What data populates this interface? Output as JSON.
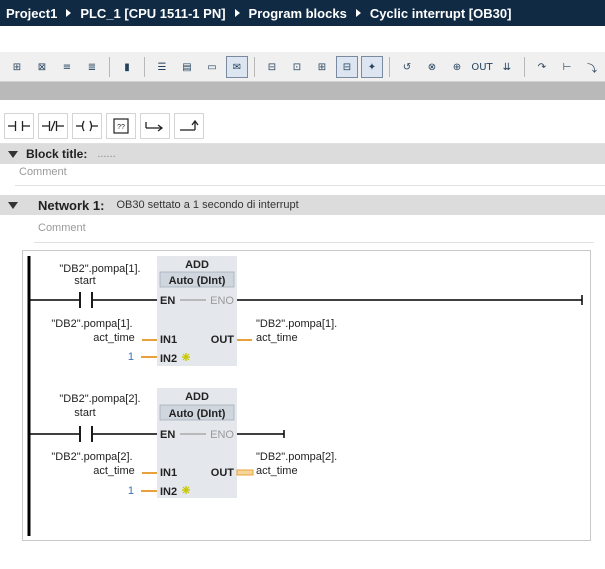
{
  "breadcrumb": [
    "Project1",
    "PLC_1 [CPU 1511-1 PN]",
    "Program blocks",
    "Cyclic interrupt [OB30]"
  ],
  "toolbar": {
    "buttons": [
      {
        "name": "insert-network-icon",
        "glyph": "⊞"
      },
      {
        "name": "delete-network-icon",
        "glyph": "⊠"
      },
      {
        "name": "insert-row-icon",
        "glyph": "≡"
      },
      {
        "name": "append-row-icon",
        "glyph": "≣"
      },
      {
        "name": "monitor-icon",
        "glyph": "▮"
      },
      {
        "name": "absolute-operands-icon",
        "glyph": "☰"
      },
      {
        "name": "network-overview-icon",
        "glyph": "▤"
      },
      {
        "name": "favorites-icon",
        "glyph": "▭"
      },
      {
        "name": "comment-icon",
        "glyph": "✉",
        "active": true
      },
      {
        "name": "show-tags-icon",
        "glyph": "⊟"
      },
      {
        "name": "tag-info-icon",
        "glyph": "⊡"
      },
      {
        "name": "open-all-networks-icon",
        "glyph": "⊞"
      },
      {
        "name": "close-all-networks-icon",
        "glyph": "⊟",
        "active": true
      },
      {
        "name": "highlight-icon",
        "glyph": "✦",
        "active": true
      },
      {
        "name": "go-to-error-icon",
        "glyph": "↺"
      },
      {
        "name": "stop-error-icon",
        "glyph": "⊗"
      },
      {
        "name": "download-icon",
        "glyph": "⊕"
      },
      {
        "name": "upload-icon",
        "glyph": "OUT"
      },
      {
        "name": "compile-icon",
        "glyph": "⇊"
      },
      {
        "name": "step-icon",
        "glyph": "↷"
      },
      {
        "name": "branch-icon",
        "glyph": "⊢"
      },
      {
        "name": "tree-icon",
        "glyph": "⤵"
      },
      {
        "name": "cycle-icon",
        "glyph": "↻"
      }
    ]
  },
  "block": {
    "title_label": "Block title:",
    "title_value": "......",
    "comment_placeholder": "Comment"
  },
  "network": {
    "label": "Network 1:",
    "title": "OB30 settato a 1 secondo di interrupt",
    "comment_placeholder": "Comment"
  },
  "ladder": {
    "rungs": [
      {
        "contact_tag": [
          "\"DB2\".pompa[1].",
          "start"
        ],
        "box_name": "ADD",
        "box_type": "Auto (DInt)",
        "en": "EN",
        "eno": "ENO",
        "in1_label": "IN1",
        "in2_label": "IN2",
        "out_label": "OUT",
        "in1_tag": [
          "\"DB2\".pompa[1].",
          "act_time"
        ],
        "in2_value": "1",
        "out_tag": [
          "\"DB2\".pompa[1].",
          "act_time"
        ]
      },
      {
        "contact_tag": [
          "\"DB2\".pompa[2].",
          "start"
        ],
        "box_name": "ADD",
        "box_type": "Auto (DInt)",
        "en": "EN",
        "eno": "ENO",
        "in1_label": "IN1",
        "in2_label": "IN2",
        "out_label": "OUT",
        "in1_tag": [
          "\"DB2\".pompa[2].",
          "act_time"
        ],
        "in2_value": "1",
        "out_tag": [
          "\"DB2\".pompa[2].",
          "act_time"
        ]
      }
    ]
  },
  "colors": {
    "title_bg": "#102a44",
    "wire": "#000000",
    "input_wire": "#e8a13a",
    "box_bg": "#e4e8ec",
    "box_header": "#d0d6de",
    "sparkle": "#c8c800"
  }
}
